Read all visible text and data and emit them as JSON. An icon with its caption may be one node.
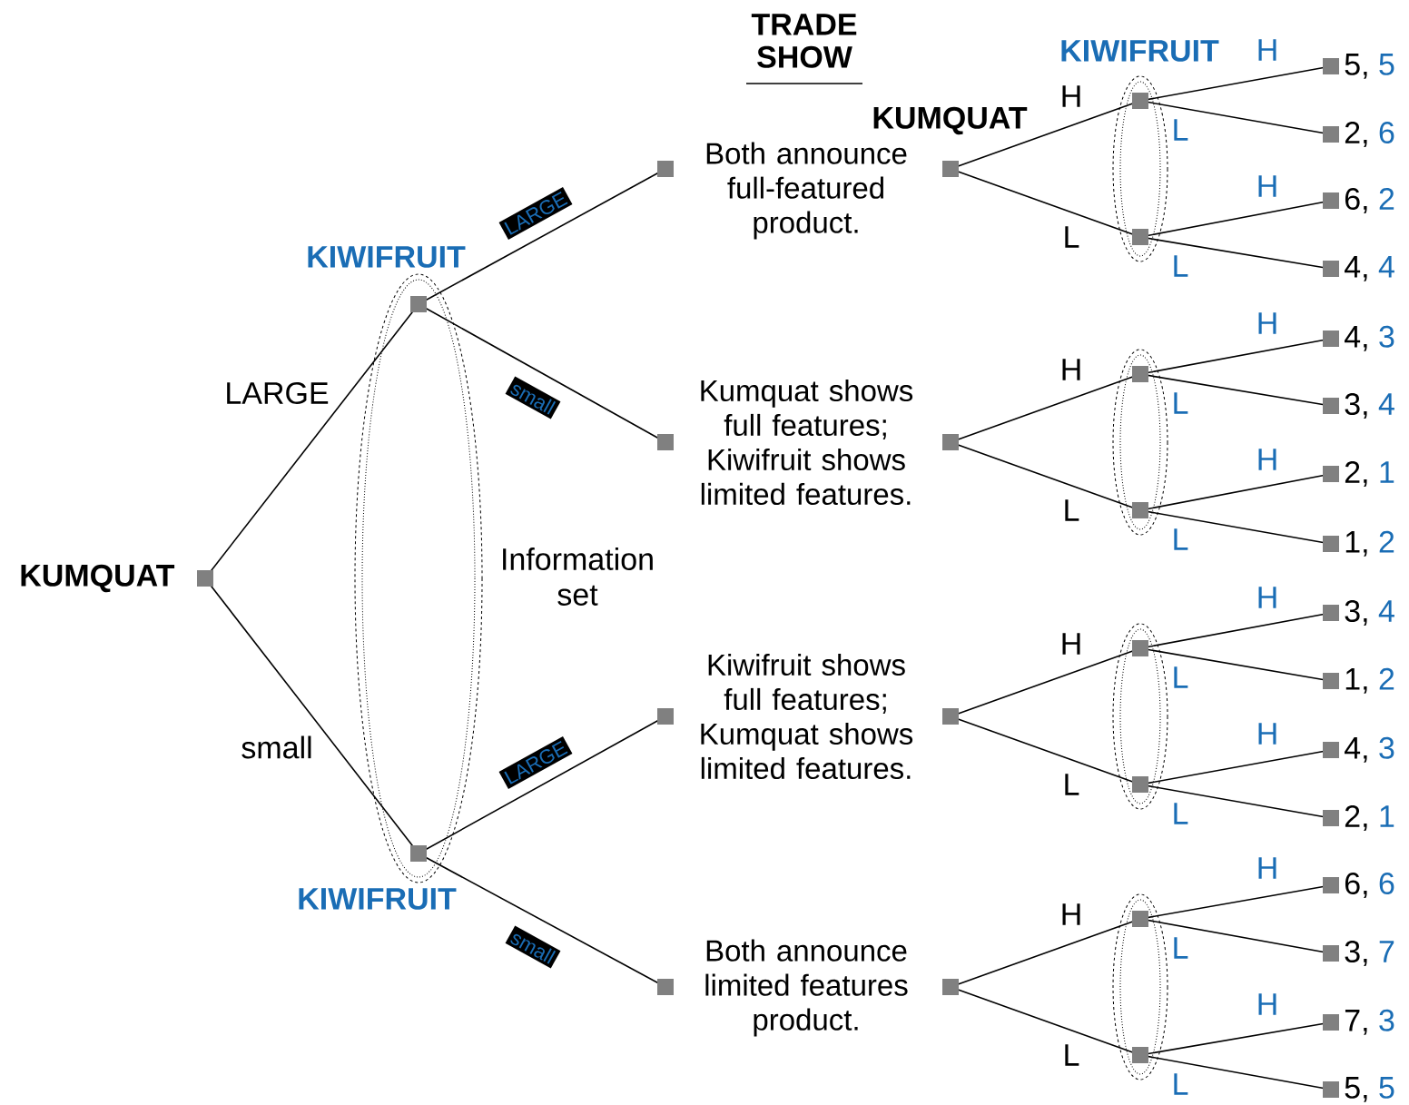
{
  "diagram": {
    "title": "TRADE SHOW",
    "nodes": [
      {
        "text": [],
        "shape": "box",
        "beside": [
          "KUMQUAT"
        ]
      },
      {
        "text": [],
        "shape": "box",
        "beside": [
          "KIWIFRUIT"
        ]
      },
      {
        "text": [],
        "shape": "box",
        "beside": [
          "KIWIFRUIT"
        ]
      },
      {
        "text": [],
        "shape": "box",
        "beside": [
          "Both announce full-featured product."
        ]
      },
      {
        "text": [],
        "shape": "box",
        "beside": [
          "Kumquat shows full features; Kiwifruit shows limited features."
        ]
      },
      {
        "text": [],
        "shape": "box",
        "beside": [
          "Kiwifruit shows full features; Kumquat shows limited features."
        ]
      },
      {
        "text": [],
        "shape": "box",
        "beside": [
          "Both announce limited features product."
        ]
      },
      {
        "text": [],
        "shape": "box",
        "beside": [
          "KUMQUAT"
        ]
      },
      {
        "text": [],
        "shape": "box"
      },
      {
        "text": [],
        "shape": "box"
      },
      {
        "text": [],
        "shape": "box"
      },
      {
        "text": [],
        "shape": "box",
        "beside": [
          "KIWIFRUIT"
        ]
      },
      {
        "text": [],
        "shape": "box"
      },
      {
        "text": [],
        "shape": "box"
      },
      {
        "text": [],
        "shape": "box"
      },
      {
        "text": [],
        "shape": "box"
      },
      {
        "text": [],
        "shape": "box"
      },
      {
        "text": [],
        "shape": "box"
      },
      {
        "text": [],
        "shape": "box"
      },
      {
        "text": [],
        "shape": "box",
        "beside": [
          "5,",
          "5"
        ]
      },
      {
        "text": [],
        "shape": "box",
        "beside": [
          "2,",
          "6"
        ]
      },
      {
        "text": [],
        "shape": "box",
        "beside": [
          "6,",
          "2"
        ]
      },
      {
        "text": [],
        "shape": "box",
        "beside": [
          "4,",
          "4"
        ]
      },
      {
        "text": [],
        "shape": "box",
        "beside": [
          "4,",
          "3"
        ]
      },
      {
        "text": [],
        "shape": "box",
        "beside": [
          "3,",
          "4"
        ]
      },
      {
        "text": [],
        "shape": "box",
        "beside": [
          "2,",
          "1"
        ]
      },
      {
        "text": [],
        "shape": "box",
        "beside": [
          "1,",
          "2"
        ]
      },
      {
        "text": [],
        "shape": "box",
        "beside": [
          "3,",
          "4"
        ]
      },
      {
        "text": [],
        "shape": "box",
        "beside": [
          "1,",
          "2"
        ]
      },
      {
        "text": [],
        "shape": "box",
        "beside": [
          "4,",
          "3"
        ]
      },
      {
        "text": [],
        "shape": "box",
        "beside": [
          "2,",
          "1"
        ]
      },
      {
        "text": [],
        "shape": "box",
        "beside": [
          "6,",
          "6"
        ]
      },
      {
        "text": [],
        "shape": "box",
        "beside": [
          "3,",
          "7"
        ]
      },
      {
        "text": [],
        "shape": "box",
        "beside": [
          "7,",
          "3"
        ]
      },
      {
        "text": [],
        "shape": "box",
        "beside": [
          "5,",
          "5"
        ]
      }
    ],
    "edges": [
      {
        "from": 0,
        "to": 1,
        "arrow": "none",
        "label": "LARGE"
      },
      {
        "from": 0,
        "to": 2,
        "arrow": "none",
        "label": "small"
      },
      {
        "from": 1,
        "to": 3,
        "arrow": "none",
        "label": "LARGE"
      },
      {
        "from": 1,
        "to": 4,
        "arrow": "none",
        "label": "small"
      },
      {
        "from": 2,
        "to": 5,
        "arrow": "none",
        "label": "LARGE"
      },
      {
        "from": 2,
        "to": 6,
        "arrow": "none",
        "label": "small"
      },
      {
        "from": 7,
        "to": 11,
        "arrow": "none",
        "label": "H"
      },
      {
        "from": 7,
        "to": 12,
        "arrow": "none",
        "label": "L"
      },
      {
        "from": 8,
        "to": 13,
        "arrow": "none",
        "label": "H"
      },
      {
        "from": 8,
        "to": 14,
        "arrow": "none",
        "label": "L"
      },
      {
        "from": 9,
        "to": 15,
        "arrow": "none",
        "label": "H"
      },
      {
        "from": 9,
        "to": 16,
        "arrow": "none",
        "label": "L"
      },
      {
        "from": 10,
        "to": 17,
        "arrow": "none",
        "label": "H"
      },
      {
        "from": 10,
        "to": 18,
        "arrow": "none",
        "label": "L"
      },
      {
        "from": 11,
        "to": 19,
        "arrow": "none",
        "label": "H"
      },
      {
        "from": 11,
        "to": 20,
        "arrow": "none",
        "label": "L"
      },
      {
        "from": 12,
        "to": 21,
        "arrow": "none",
        "label": "H"
      },
      {
        "from": 12,
        "to": 22,
        "arrow": "none",
        "label": "L"
      },
      {
        "from": 13,
        "to": 23,
        "arrow": "none",
        "label": "H"
      },
      {
        "from": 13,
        "to": 24,
        "arrow": "none",
        "label": "L"
      },
      {
        "from": 14,
        "to": 25,
        "arrow": "none",
        "label": "H"
      },
      {
        "from": 14,
        "to": 26,
        "arrow": "none",
        "label": "L"
      },
      {
        "from": 15,
        "to": 27,
        "arrow": "none",
        "label": "H"
      },
      {
        "from": 15,
        "to": 28,
        "arrow": "none",
        "label": "L"
      },
      {
        "from": 16,
        "to": 29,
        "arrow": "none",
        "label": "H"
      },
      {
        "from": 16,
        "to": 30,
        "arrow": "none",
        "label": "L"
      },
      {
        "from": 17,
        "to": 31,
        "arrow": "none",
        "label": "H"
      },
      {
        "from": 17,
        "to": 32,
        "arrow": "none",
        "label": "L"
      },
      {
        "from": 18,
        "to": 33,
        "arrow": "none",
        "label": "H"
      },
      {
        "from": 18,
        "to": 34,
        "arrow": "none",
        "label": "L"
      }
    ],
    "labels": [
      "Information set"
    ]
  }
}
